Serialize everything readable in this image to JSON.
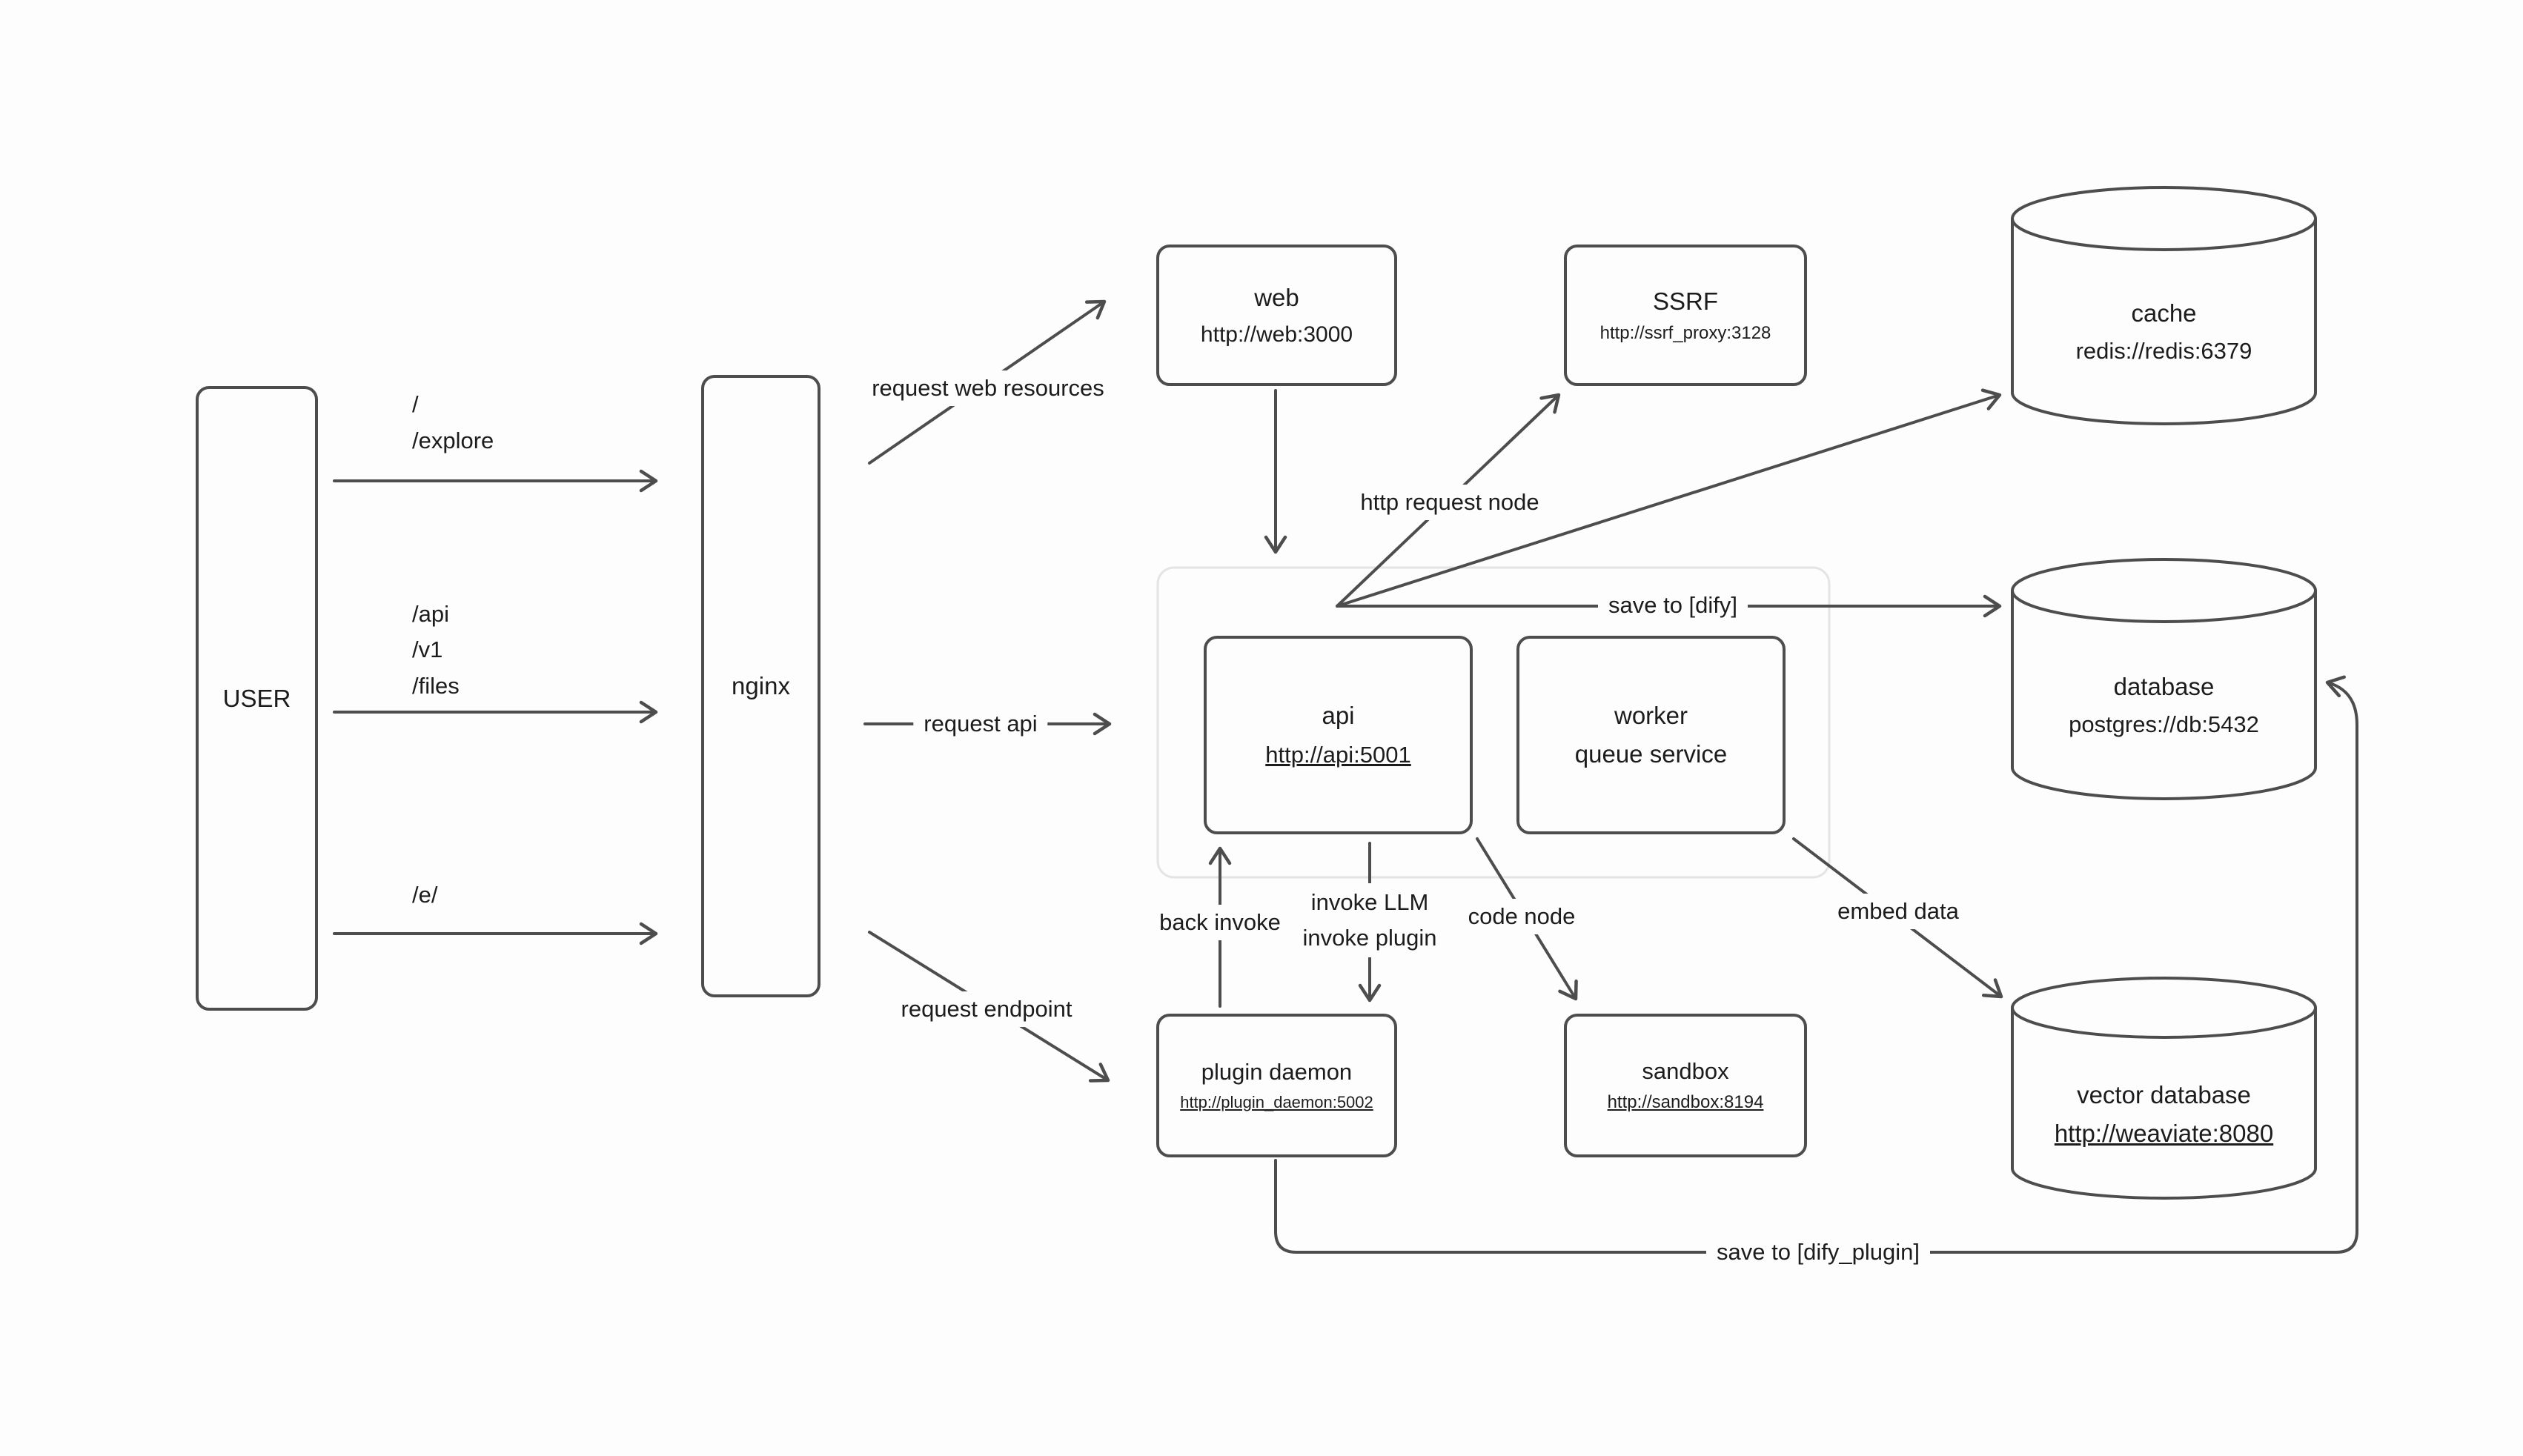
{
  "colors": {
    "stroke": "#4d4d4d",
    "text": "#1c1c1e",
    "container_border": "#e4e4e4",
    "background": "#fdfdfd"
  },
  "nodes": {
    "user": {
      "label": "USER"
    },
    "nginx": {
      "label": "nginx"
    },
    "web": {
      "label": "web",
      "url": "http://web:3000"
    },
    "ssrf": {
      "label": "SSRF",
      "url": "http://ssrf_proxy:3128"
    },
    "cache": {
      "label": "cache",
      "url": "redis://redis:6379"
    },
    "api": {
      "label": "api",
      "url": "http://api:5001"
    },
    "worker": {
      "label": "worker",
      "sublabel": "queue service"
    },
    "database": {
      "label": "database",
      "url": "postgres://db:5432"
    },
    "plugin_daemon": {
      "label": "plugin daemon",
      "url": "http://plugin_daemon:5002"
    },
    "sandbox": {
      "label": "sandbox",
      "url": "http://sandbox:8194"
    },
    "vector_database": {
      "label": "vector database",
      "url": "http://weaviate:8080"
    }
  },
  "routes": {
    "root": "/",
    "explore": "/explore",
    "api": "/api",
    "v1": "/v1",
    "files": "/files",
    "e": "/e/"
  },
  "edge_labels": {
    "request_web_resources": "request web resources",
    "request_api": "request api",
    "request_endpoint": "request endpoint",
    "http_request_node": "http request node",
    "save_to_dify": "save to [dify]",
    "back_invoke": "back invoke",
    "invoke_llm": "invoke LLM",
    "invoke_plugin": "invoke plugin",
    "code_node": "code node",
    "embed_data": "embed data",
    "save_to_dify_plugin": "save to [dify_plugin]"
  }
}
